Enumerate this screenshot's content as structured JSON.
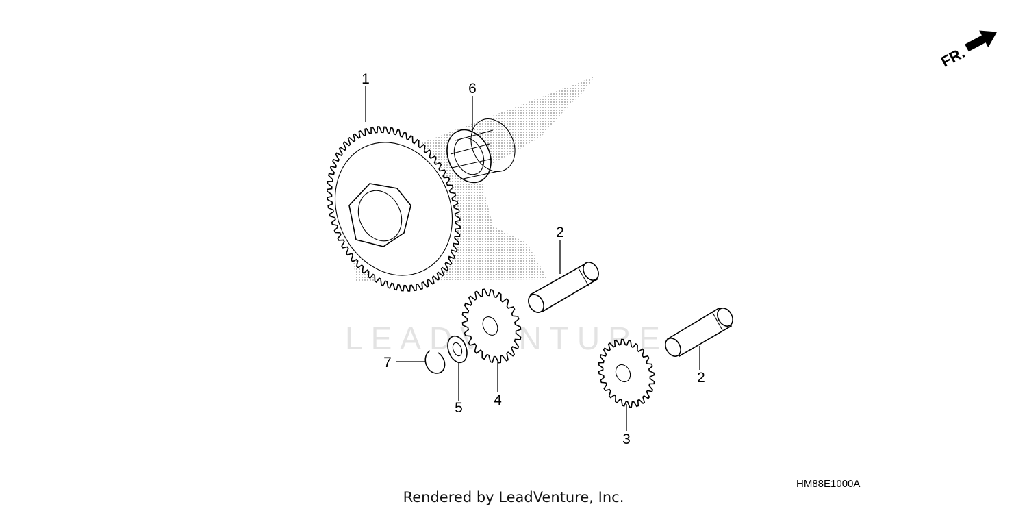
{
  "diagram": {
    "direction_label": "FR.",
    "part_code": "HM88E1000A",
    "credit": "Rendered by LeadVenture, Inc.",
    "watermark_text": "LEADVENTURE",
    "callouts": [
      {
        "id": "c1",
        "label": "1"
      },
      {
        "id": "c6",
        "label": "6"
      },
      {
        "id": "c2a",
        "label": "2"
      },
      {
        "id": "c2b",
        "label": "2"
      },
      {
        "id": "c7",
        "label": "7"
      },
      {
        "id": "c5",
        "label": "5"
      },
      {
        "id": "c4",
        "label": "4"
      },
      {
        "id": "c3",
        "label": "3"
      }
    ]
  }
}
